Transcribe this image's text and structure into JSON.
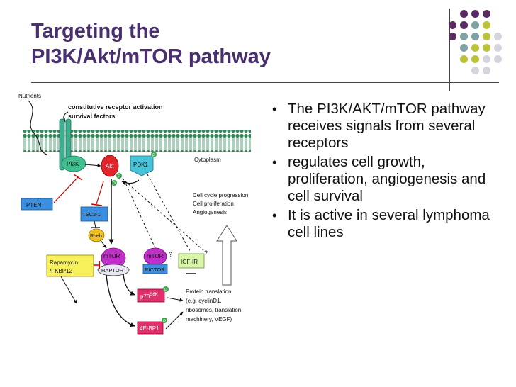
{
  "title": {
    "line1": "Targeting the",
    "line2": "PI3K/Akt/mTOR pathway"
  },
  "bullets": [
    "The PI3K/AKT/mTOR pathway receives signals from several receptors",
    "regulates cell growth, proliferation, angiogenesis and cell survival",
    "It is active in several lymphoma cell lines"
  ],
  "bullet_glyph": "•",
  "colors": {
    "title": "#4a2f6e",
    "dot_purple": "#5c2a62",
    "dot_teal": "#7fa3a3",
    "dot_olive": "#bcc23a",
    "dot_gray": "#d4d4dc"
  },
  "diagram": {
    "nutrients": "Nutrients",
    "activation": "constitutive receptor activation",
    "survival": "survival factors",
    "cytoplasm": "Cytoplasm",
    "pi3k": "PI3K",
    "akt": "Akt",
    "pdk1": "PDK1",
    "p": "P",
    "pten": "PTEN",
    "tsc": "TSC2-1",
    "rheb": "Rheb",
    "mtor": "mTOR",
    "mtor2": "mTOR",
    "raptor": "RAPTOR",
    "rictor": "RICTOR",
    "igf": "IGF-IR",
    "q1": "?",
    "q2": "?",
    "rapamycin1": "Rapamycin",
    "rapamycin2": "/FKBP12",
    "cellcycle": "Cell cycle progression",
    "proliferation": "Cell proliferation",
    "angiogenesis": "Angiogenesis",
    "p70": "p70",
    "p70sup": "S6K",
    "ebp": "4E-BP1",
    "pt1": "Protein translation",
    "pt2": "(e.g. cyclinD1,",
    "pt3": "ribosomes, translation",
    "pt4": "machinery, VEGF)"
  }
}
